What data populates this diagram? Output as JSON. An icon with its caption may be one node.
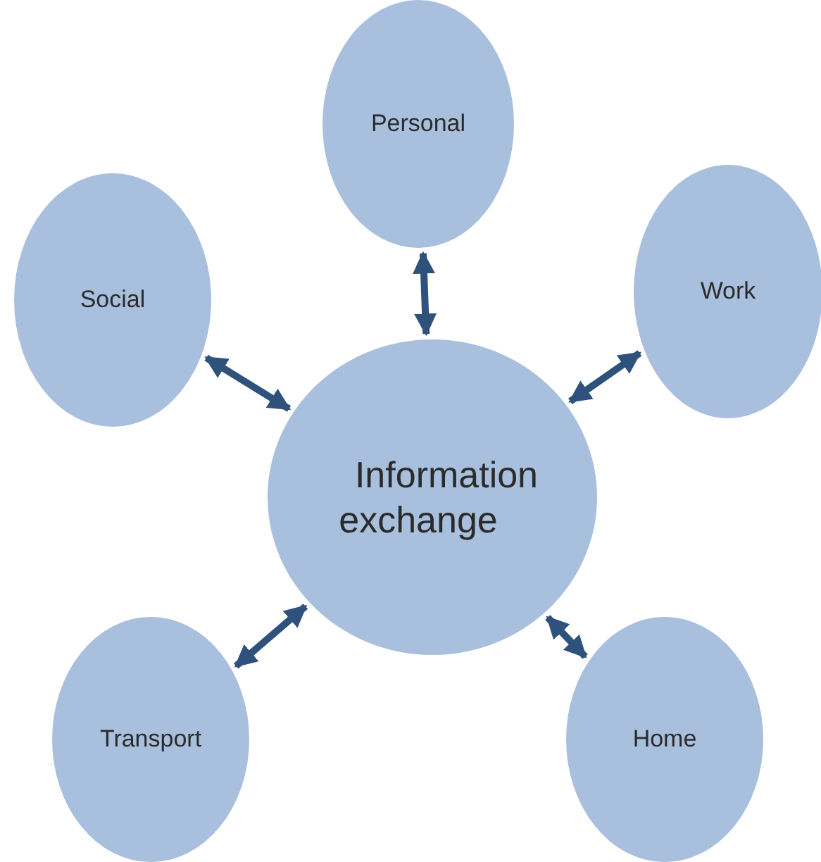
{
  "diagram": {
    "nodes": [
      {
        "text": [
          "Personal"
        ]
      },
      {
        "text": [
          "Social"
        ]
      },
      {
        "text": [
          "Work"
        ]
      },
      {
        "text": [
          "Information exchange"
        ]
      },
      {
        "text": [
          "Transport"
        ]
      },
      {
        "text": [
          "Home"
        ]
      }
    ],
    "edges": [
      {
        "from": 3,
        "to": 0,
        "arrow": "both"
      },
      {
        "from": 3,
        "to": 1,
        "arrow": "both"
      },
      {
        "from": 3,
        "to": 2,
        "arrow": "both"
      },
      {
        "from": 3,
        "to": 4,
        "arrow": "both"
      },
      {
        "from": 3,
        "to": 5,
        "arrow": "both"
      }
    ]
  }
}
